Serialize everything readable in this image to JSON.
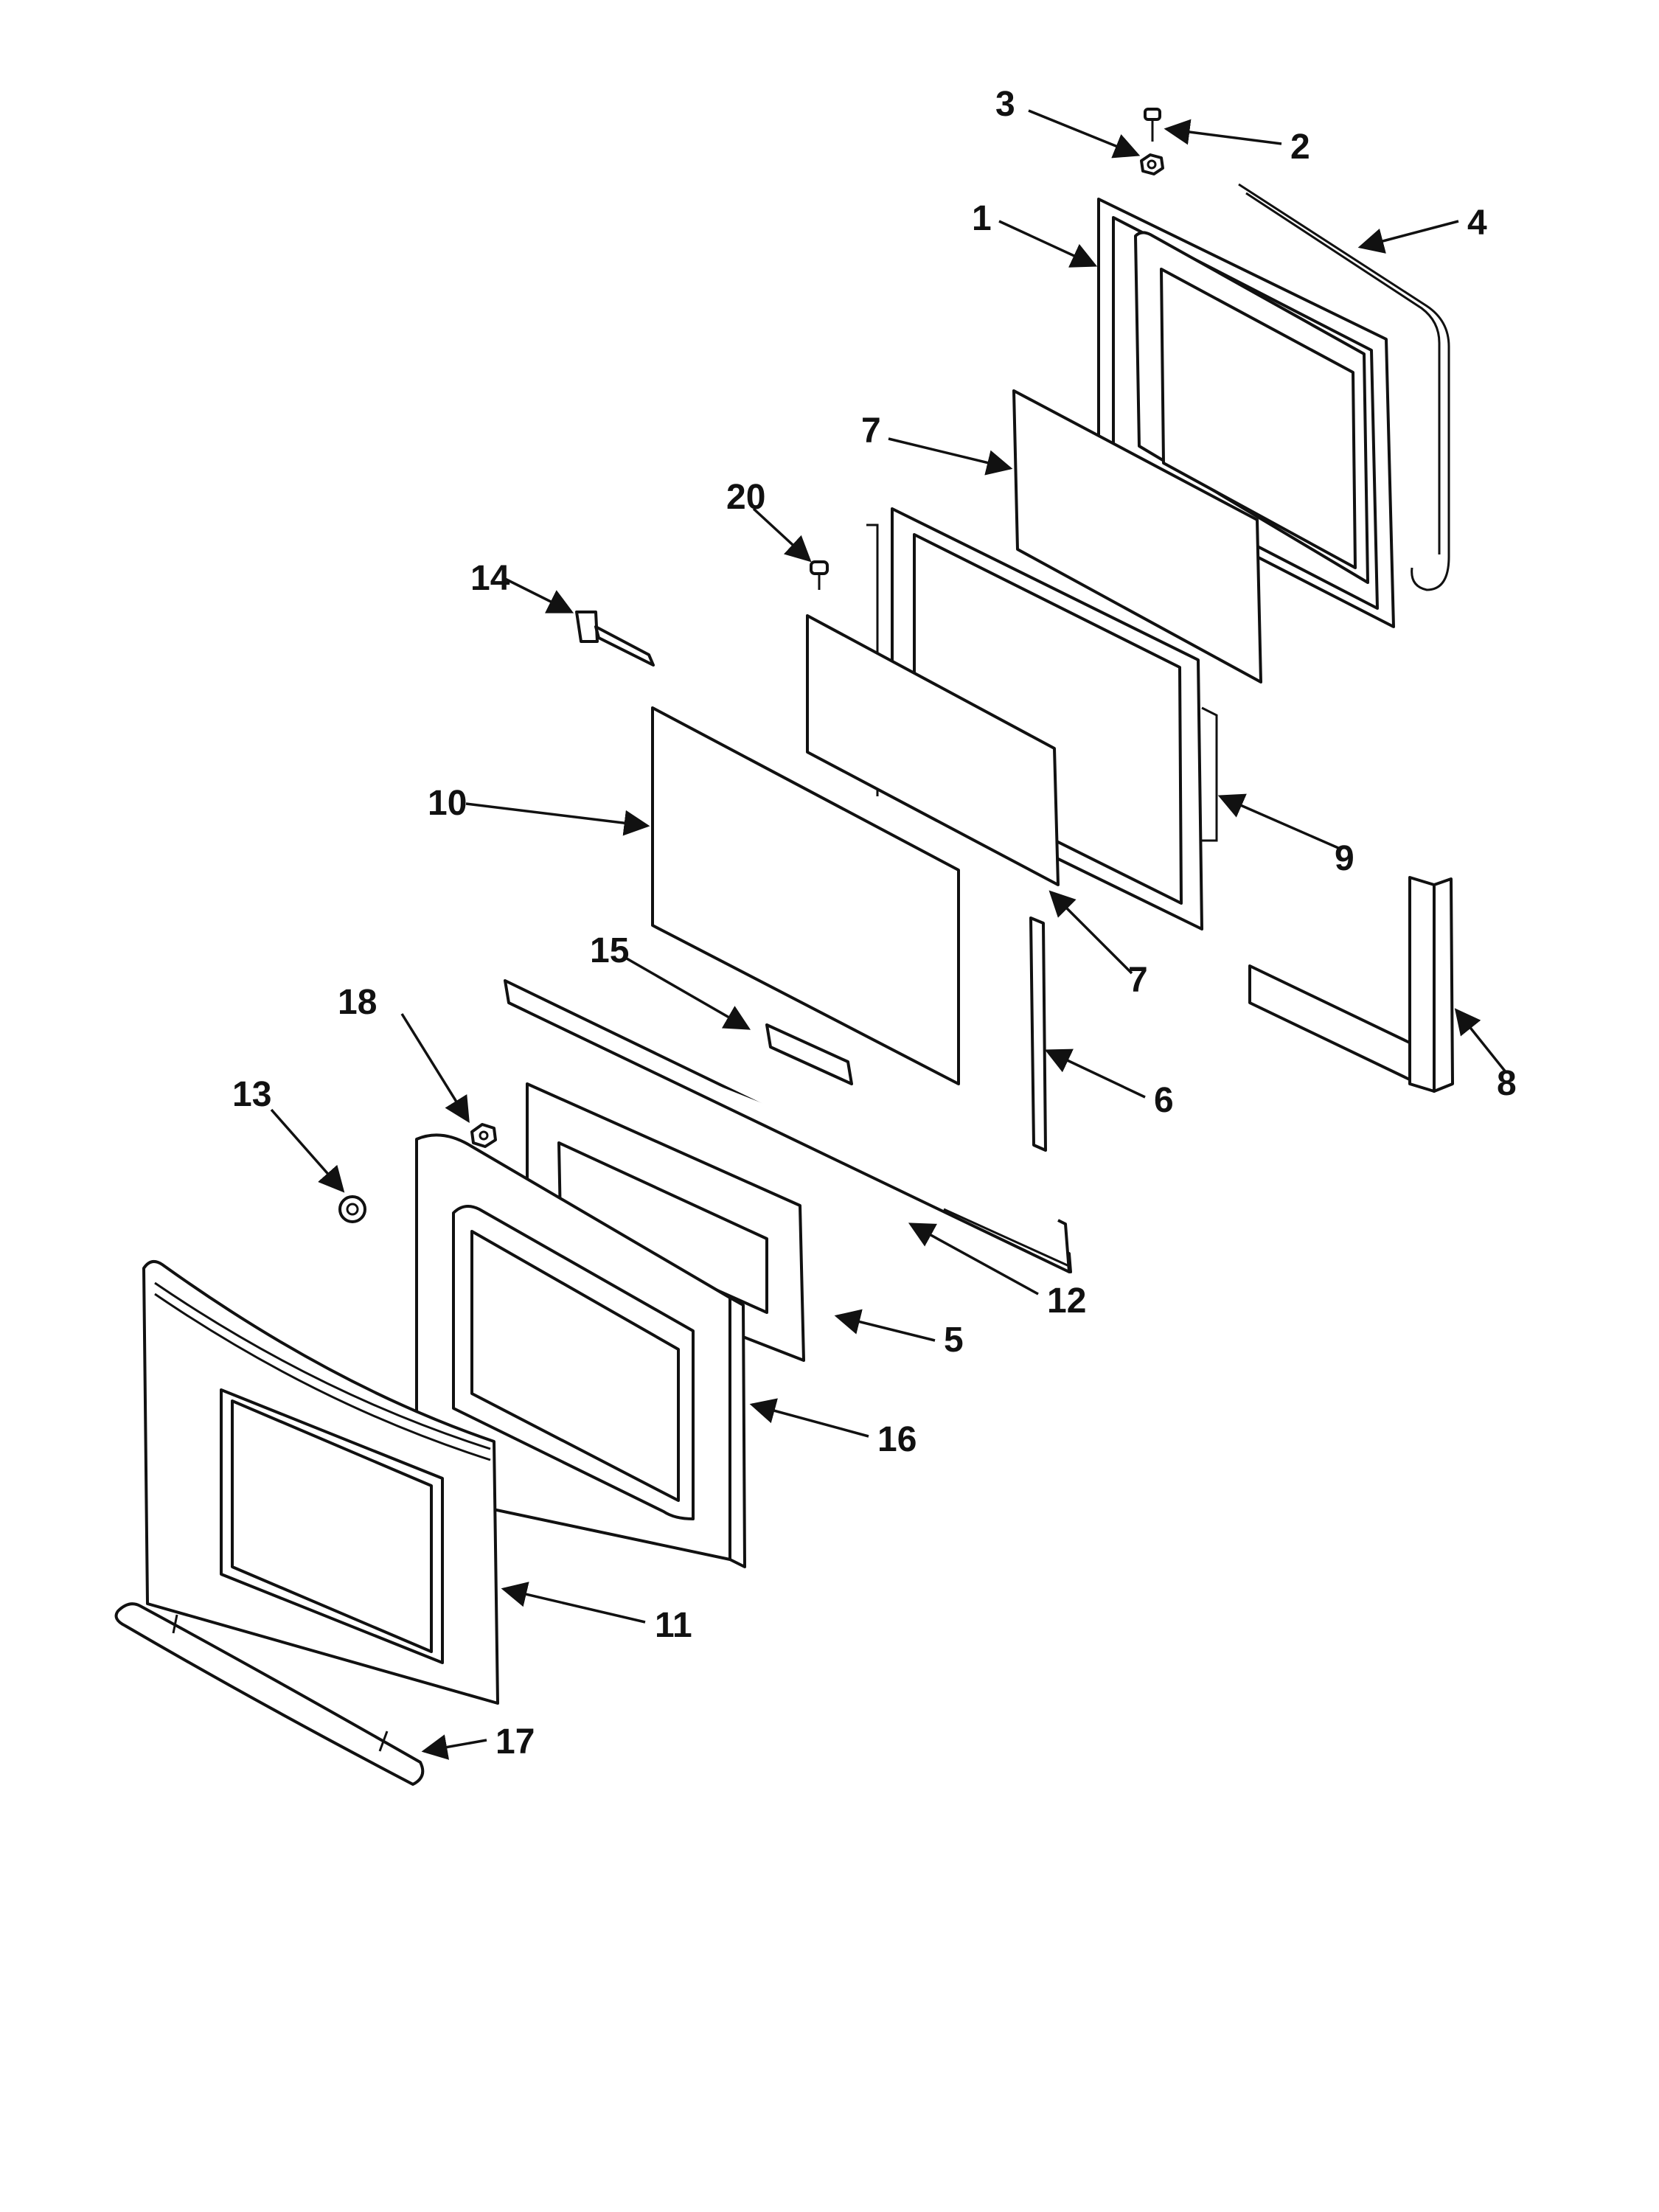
{
  "diagram": {
    "type": "exploded-parts-diagram",
    "callouts": [
      {
        "id": "c1",
        "label": "1"
      },
      {
        "id": "c2",
        "label": "2"
      },
      {
        "id": "c3",
        "label": "3"
      },
      {
        "id": "c4",
        "label": "4"
      },
      {
        "id": "c5",
        "label": "5"
      },
      {
        "id": "c6",
        "label": "6"
      },
      {
        "id": "c7a",
        "label": "7"
      },
      {
        "id": "c7b",
        "label": "7"
      },
      {
        "id": "c8",
        "label": "8"
      },
      {
        "id": "c9",
        "label": "9"
      },
      {
        "id": "c10",
        "label": "10"
      },
      {
        "id": "c11",
        "label": "11"
      },
      {
        "id": "c12",
        "label": "12"
      },
      {
        "id": "c13",
        "label": "13"
      },
      {
        "id": "c14",
        "label": "14"
      },
      {
        "id": "c15",
        "label": "15"
      },
      {
        "id": "c16",
        "label": "16"
      },
      {
        "id": "c17",
        "label": "17"
      },
      {
        "id": "c18",
        "label": "18"
      },
      {
        "id": "c20",
        "label": "20"
      }
    ]
  }
}
